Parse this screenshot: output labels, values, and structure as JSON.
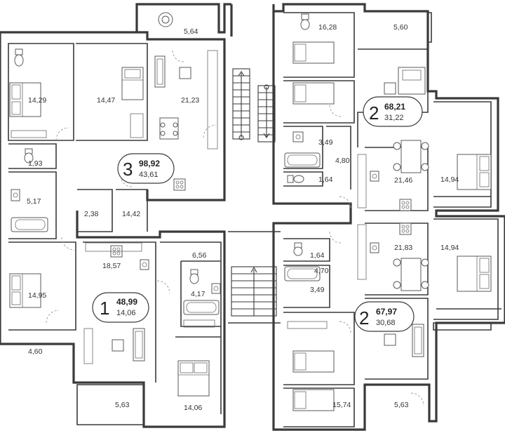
{
  "room_areas": [
    "5,64",
    "16,28",
    "5,60",
    "14,29",
    "14,47",
    "21,23",
    "1,93",
    "5,17",
    "2,38",
    "14,42",
    "3,49",
    "4,80",
    "1,64",
    "21,46",
    "14,94",
    "6,56",
    "18,57",
    "4,17",
    "14,95",
    "4,60",
    "21,83",
    "14,94",
    "1,64",
    "4,70",
    "3,49",
    "5,63",
    "14,06",
    "15,74",
    "5,63"
  ],
  "apartments": [
    {
      "rooms": "3",
      "total": "98,92",
      "living": "43,61"
    },
    {
      "rooms": "2",
      "total": "68,21",
      "living": "31,22"
    },
    {
      "rooms": "1",
      "total": "48,99",
      "living": "14,06"
    },
    {
      "rooms": "2",
      "total": "67,97",
      "living": "30,68"
    }
  ],
  "icons": [
    "bed-icon",
    "sofa-icon",
    "dining-table-icon",
    "bathtub-icon",
    "toilet-icon",
    "sink-icon",
    "stove-icon",
    "armchair-icon",
    "stair-arrow-icon"
  ]
}
